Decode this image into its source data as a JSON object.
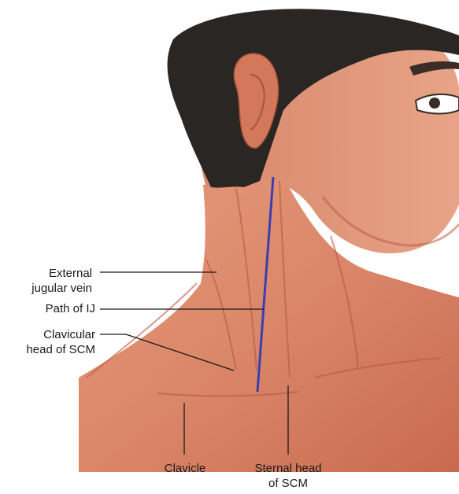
{
  "labels": {
    "external_jugular_vein": "External\njugular vein",
    "path_of_ij": "Path of IJ",
    "clavicular_head_scm": "Clavicular\nhead of SCM",
    "clavicle": "Clavicle",
    "sternal_head_scm": "Sternal head\nof SCM"
  },
  "colors": {
    "skin": "#d98467",
    "skin_shadow": "#b8583f",
    "hair": "#2a2624",
    "ij_line": "#3a3fb0",
    "leader": "#1a1a1a"
  }
}
